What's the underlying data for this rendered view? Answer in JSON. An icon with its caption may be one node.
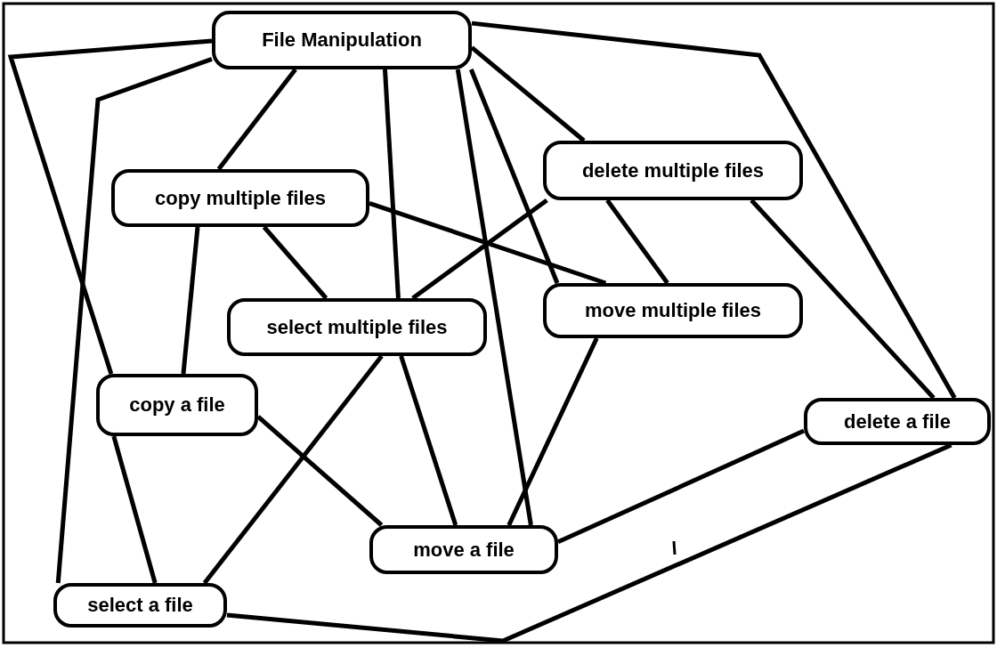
{
  "diagram": {
    "nodes": [
      {
        "text": [
          "File Manipulation"
        ]
      },
      {
        "text": [
          "copy multiple files"
        ]
      },
      {
        "text": [
          "delete multiple files"
        ]
      },
      {
        "text": [
          "select multiple files"
        ]
      },
      {
        "text": [
          "move multiple files"
        ]
      },
      {
        "text": [
          "copy a file"
        ]
      },
      {
        "text": [
          "delete a file"
        ]
      },
      {
        "text": [
          "move a file"
        ]
      },
      {
        "text": [
          "select a file"
        ]
      }
    ],
    "edges": [
      {
        "from": 0,
        "to": 5,
        "arrow": "none"
      },
      {
        "from": 0,
        "to": 8,
        "arrow": "none"
      },
      {
        "from": 0,
        "to": 1,
        "arrow": "none"
      },
      {
        "from": 0,
        "to": 3,
        "arrow": "none"
      },
      {
        "from": 0,
        "to": 7,
        "arrow": "none"
      },
      {
        "from": 0,
        "to": 4,
        "arrow": "none"
      },
      {
        "from": 0,
        "to": 2,
        "arrow": "none"
      },
      {
        "from": 0,
        "to": 6,
        "arrow": "none"
      },
      {
        "from": 1,
        "to": 4,
        "arrow": "none"
      },
      {
        "from": 1,
        "to": 5,
        "arrow": "none"
      },
      {
        "from": 1,
        "to": 3,
        "arrow": "none"
      },
      {
        "from": 2,
        "to": 3,
        "arrow": "none"
      },
      {
        "from": 2,
        "to": 4,
        "arrow": "none"
      },
      {
        "from": 2,
        "to": 6,
        "arrow": "none"
      },
      {
        "from": 3,
        "to": 7,
        "arrow": "none"
      },
      {
        "from": 3,
        "to": 8,
        "arrow": "none"
      },
      {
        "from": 5,
        "to": 7,
        "arrow": "none"
      },
      {
        "from": 5,
        "to": 8,
        "arrow": "none"
      },
      {
        "from": 4,
        "to": 7,
        "arrow": "none"
      },
      {
        "from": 6,
        "to": 7,
        "arrow": "none"
      },
      {
        "from": 6,
        "to": 8,
        "arrow": "none"
      }
    ]
  }
}
